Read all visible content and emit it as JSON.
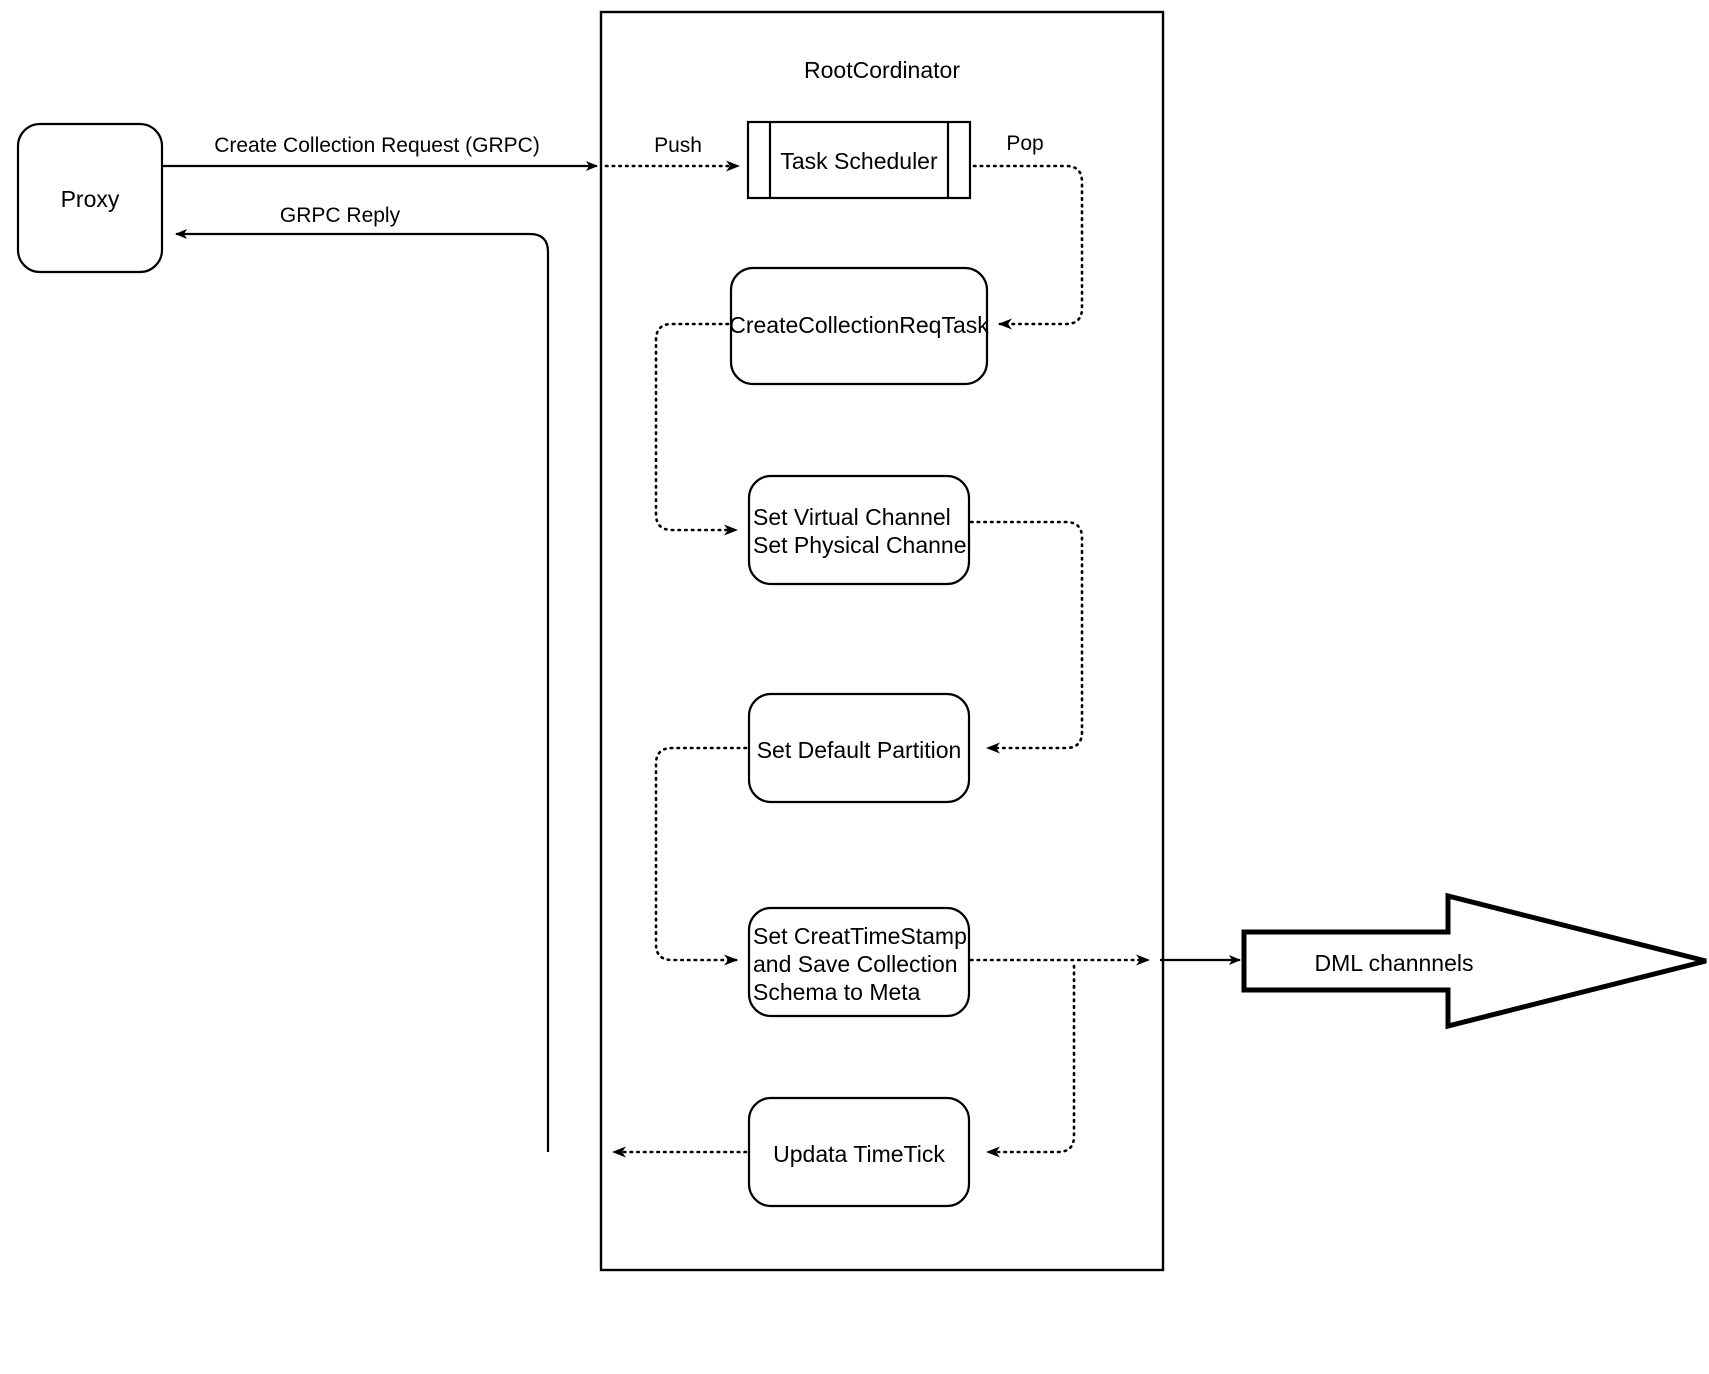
{
  "diagram": {
    "type": "flowchart",
    "title_visible": false,
    "container": {
      "label": "RootCordinator",
      "name": "rootcordinator-container"
    },
    "nodes": [
      {
        "id": "proxy",
        "label": "Proxy",
        "shape": "rounded-rect"
      },
      {
        "id": "task-scheduler",
        "label": "Task Scheduler",
        "shape": "process-subroutine"
      },
      {
        "id": "create-collection-req-task",
        "label": "CreateCollectionReqTask",
        "shape": "rounded-rect"
      },
      {
        "id": "set-channels",
        "label": "Set Virtual Channel\nSet Physical Channel",
        "lines": [
          "Set Virtual Channel",
          "Set Physical Channel"
        ],
        "shape": "rounded-rect"
      },
      {
        "id": "set-default-partition",
        "label": "Set Default Partition",
        "shape": "rounded-rect"
      },
      {
        "id": "set-creat-timestamp",
        "label": "Set CreatTimeStamp and Save Collection Schema to Meta",
        "lines": [
          "Set CreatTimeStamp",
          "and Save Collection",
          "Schema to Meta"
        ],
        "shape": "rounded-rect"
      },
      {
        "id": "updata-timetick",
        "label": "Updata TimeTick",
        "shape": "rounded-rect"
      },
      {
        "id": "dml-channnels",
        "label": "DML channnels",
        "shape": "block-arrow-right"
      }
    ],
    "edges": [
      {
        "id": "proxy-to-rc",
        "label": "Create Collection Request (GRPC)",
        "style": "solid",
        "from": "proxy",
        "to": "rootcordinator"
      },
      {
        "id": "rc-to-proxy",
        "label": "GRPC Reply",
        "style": "solid",
        "from": "rootcordinator",
        "to": "proxy"
      },
      {
        "id": "push",
        "label": "Push",
        "style": "dotted",
        "from": "rootcordinator-edge",
        "to": "task-scheduler"
      },
      {
        "id": "pop",
        "label": "Pop",
        "style": "dotted",
        "from": "task-scheduler",
        "to": "create-collection-req-task"
      },
      {
        "id": "task-to-channels",
        "label": "",
        "style": "dotted",
        "from": "create-collection-req-task",
        "to": "set-channels"
      },
      {
        "id": "channels-to-partition",
        "label": "",
        "style": "dotted",
        "from": "set-channels",
        "to": "set-default-partition"
      },
      {
        "id": "partition-to-timestamp",
        "label": "",
        "style": "dotted",
        "from": "set-default-partition",
        "to": "set-creat-timestamp"
      },
      {
        "id": "timestamp-to-dml",
        "label": "",
        "style": "solid",
        "from": "set-creat-timestamp",
        "to": "dml-channnels"
      },
      {
        "id": "timestamp-to-timetick",
        "label": "",
        "style": "dotted",
        "from": "set-creat-timestamp",
        "to": "updata-timetick"
      },
      {
        "id": "timetick-to-reply",
        "label": "",
        "style": "dotted",
        "from": "updata-timetick",
        "to": "rc-to-proxy"
      }
    ],
    "colors": {
      "stroke": "#000000",
      "fill": "#ffffff",
      "text": "#000000"
    }
  }
}
